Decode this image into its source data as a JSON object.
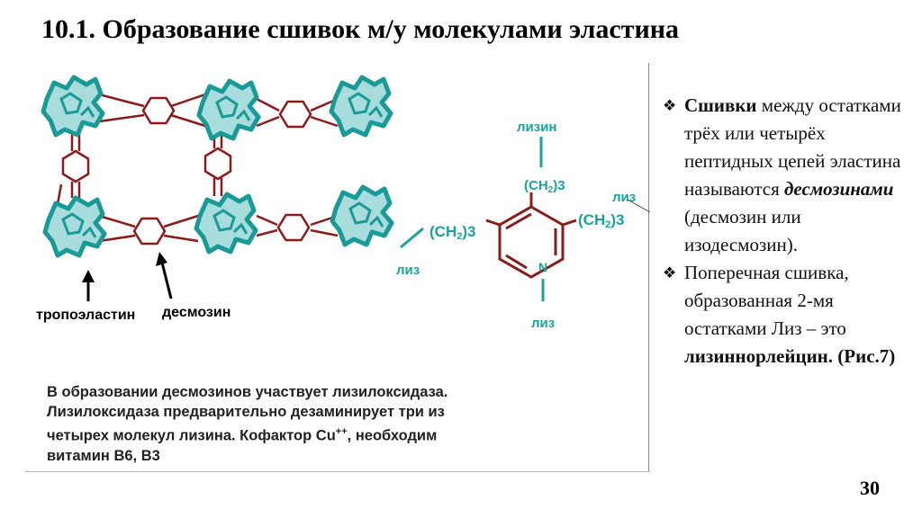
{
  "title": "10.1. Образование сшивок м/у молекулами эластина",
  "diagram": {
    "label_tropoelastin": "тропоэластин",
    "label_desmosine": "десмозин",
    "chem_lysine_top": "лизин",
    "chem_ch2_top": "(CH",
    "chem_ch2_sub": "2",
    "chem_ch2_tail": ")3",
    "chem_ch2_left": "(CH",
    "chem_ch2_right": "(CH",
    "chem_n": "N",
    "chem_liz_left": "лиз",
    "chem_liz_bottom": "лиз",
    "chem_liz_right": "лиз",
    "colors": {
      "protein_fill": "#a9dcdc",
      "protein_stroke": "#1a9a96",
      "bond": "#8b1a1a",
      "chem_text": "#1aa39d"
    }
  },
  "note": {
    "line1": "В образовании десмозинов участвует лизилоксидаза.",
    "line2": "Лизилоксидаза предварительно дезаминирует три из",
    "line3_a": "четырех молекул лизина. Кофактор Cu",
    "line3_sup": "++",
    "line3_b": ", необходим",
    "line4": "витамин В6, В3"
  },
  "bullets": {
    "item1": {
      "bold1": "Сшивки",
      "t1": " между остатками трёх или четырёх пептидных цепей эластина называются ",
      "boldit": "десмозинами",
      "t2": " (десмозин или изодесмозин)."
    },
    "item2": {
      "t1": "Поперечная сшивка, образованная 2-мя остатками Лиз – это ",
      "bold": "лизиннорлейцин.",
      "t2": " (Рис.7)"
    },
    "marker": "❖"
  },
  "page_number": "30"
}
